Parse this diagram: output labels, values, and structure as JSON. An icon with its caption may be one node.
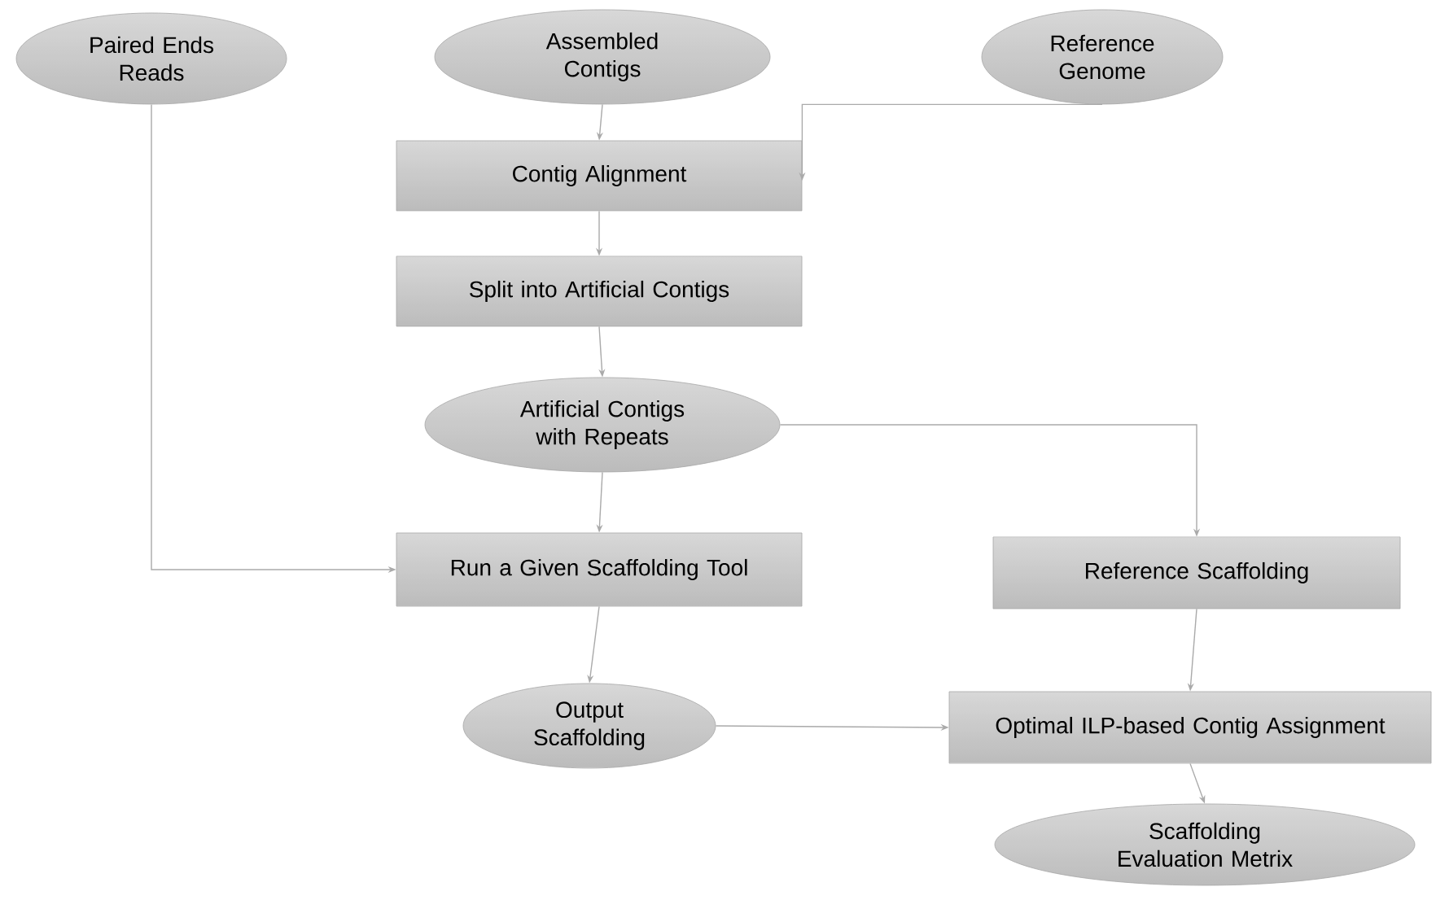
{
  "diagram": {
    "nodes": [
      {
        "text": [
          "Paired Ends Reads"
        ]
      },
      {
        "text": [
          "Assembled Contigs"
        ]
      },
      {
        "text": [
          "Reference Genome"
        ]
      },
      {
        "text": [
          "Contig Alignment"
        ]
      },
      {
        "text": [
          "Split into Artificial Contigs"
        ]
      },
      {
        "text": [
          "Artificial Contigs with Repeats"
        ]
      },
      {
        "text": [
          "Run a Given Scaffolding Tool"
        ]
      },
      {
        "text": [
          "Reference Scaffolding"
        ]
      },
      {
        "text": [
          "Output Scaffolding"
        ]
      },
      {
        "text": [
          "Optimal ILP-based Contig Assignment"
        ]
      },
      {
        "text": [
          "Scaffolding Evaluation Metrix"
        ]
      }
    ],
    "edges": [
      {
        "from": 1,
        "to": 3,
        "arrow": "to"
      },
      {
        "from": 2,
        "to": 3,
        "arrow": "to"
      },
      {
        "from": 3,
        "to": 4,
        "arrow": "to"
      },
      {
        "from": 4,
        "to": 5,
        "arrow": "to"
      },
      {
        "from": 5,
        "to": 6,
        "arrow": "to"
      },
      {
        "from": 0,
        "to": 6,
        "arrow": "to"
      },
      {
        "from": 5,
        "to": 7,
        "arrow": "to"
      },
      {
        "from": 6,
        "to": 8,
        "arrow": "to"
      },
      {
        "from": 8,
        "to": 9,
        "arrow": "to"
      },
      {
        "from": 7,
        "to": 9,
        "arrow": "to"
      },
      {
        "from": 9,
        "to": 10,
        "arrow": "to"
      }
    ]
  }
}
